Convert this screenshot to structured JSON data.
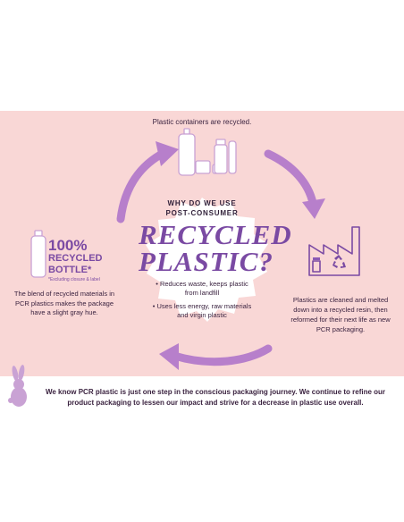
{
  "top_caption": "Plastic containers are recycled.",
  "center": {
    "why_line1": "WHY DO WE USE",
    "why_line2": "POST-CONSUMER",
    "big_line1": "RECYCLED",
    "big_line2": "PLASTIC?",
    "bullet1": "• Reduces waste, keeps plastic from landfill",
    "bullet2": "• Uses less energy, raw materials and virgin plastic"
  },
  "badge": {
    "percent": "100%",
    "line2": "RECYCLED",
    "line3": "BOTTLE*",
    "note": "*Excluding closure & label"
  },
  "left_caption": "The blend of recycled materials in PCR plastics makes the package have a slight gray hue.",
  "right_caption": "Plastics are cleaned and melted down into a recycled resin, then reformed for their next life as new PCR packaging.",
  "footer": "We know PCR plastic is just one step in the conscious packaging journey. We continue to refine our product packaging to lessen our impact and strive for a decrease in plastic use overall.",
  "icons": [
    "bottles-icon",
    "factory-recycle-icon",
    "bottle-icon",
    "bunny-icon",
    "cycle-arrow-icon"
  ],
  "colors": {
    "panel_pink": "#f9d7d6",
    "purple_accent": "#b77fcb",
    "purple_text": "#7a4aa3",
    "dark_text": "#3b2340"
  }
}
